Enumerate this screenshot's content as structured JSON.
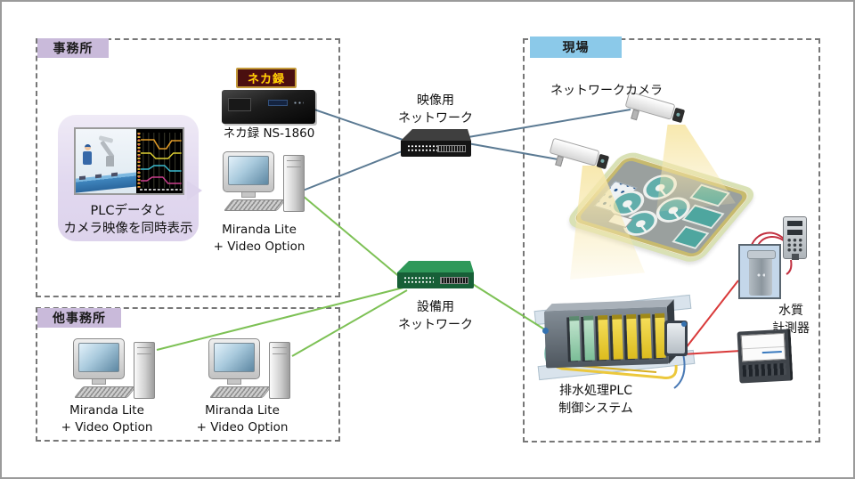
{
  "colors": {
    "frame_border": "#9b9b9b",
    "dashed_border": "#777777",
    "office_label_bg": "#c9bada",
    "site_label_bg": "#8bc9e9",
    "video_line": "#5b7a93",
    "equipment_line": "#7dc155",
    "signal_line": "#d93a3a",
    "logo_bg": "#4a0f0f",
    "logo_text": "#ffd900",
    "logo_border": "#c49a3a",
    "bubble_bg": "#ddd3ec"
  },
  "office": {
    "label": "事務所",
    "callout": {
      "line1": "PLCデータと",
      "line2": "カメラ映像を同時表示"
    },
    "recorder": {
      "logo": "ネカ録",
      "name": "ネカ録 NS-1860"
    },
    "pc": {
      "line1": "Miranda Lite",
      "line2": "+ Video Option"
    }
  },
  "other_office": {
    "label": "他事務所",
    "pcs": [
      {
        "line1": "Miranda Lite",
        "line2": "+ Video Option"
      },
      {
        "line1": "Miranda Lite",
        "line2": "+ Video Option"
      }
    ]
  },
  "networks": {
    "video": {
      "line1": "映像用",
      "line2": "ネットワーク"
    },
    "equipment": {
      "line1": "設備用",
      "line2": "ネットワーク"
    }
  },
  "site": {
    "label": "現場",
    "cameras_label": "ネットワークカメラ",
    "plc": {
      "line1": "排水処理PLC",
      "line2": "制御システム"
    },
    "water_quality": {
      "line1": "水質",
      "line2": "計測器"
    }
  }
}
